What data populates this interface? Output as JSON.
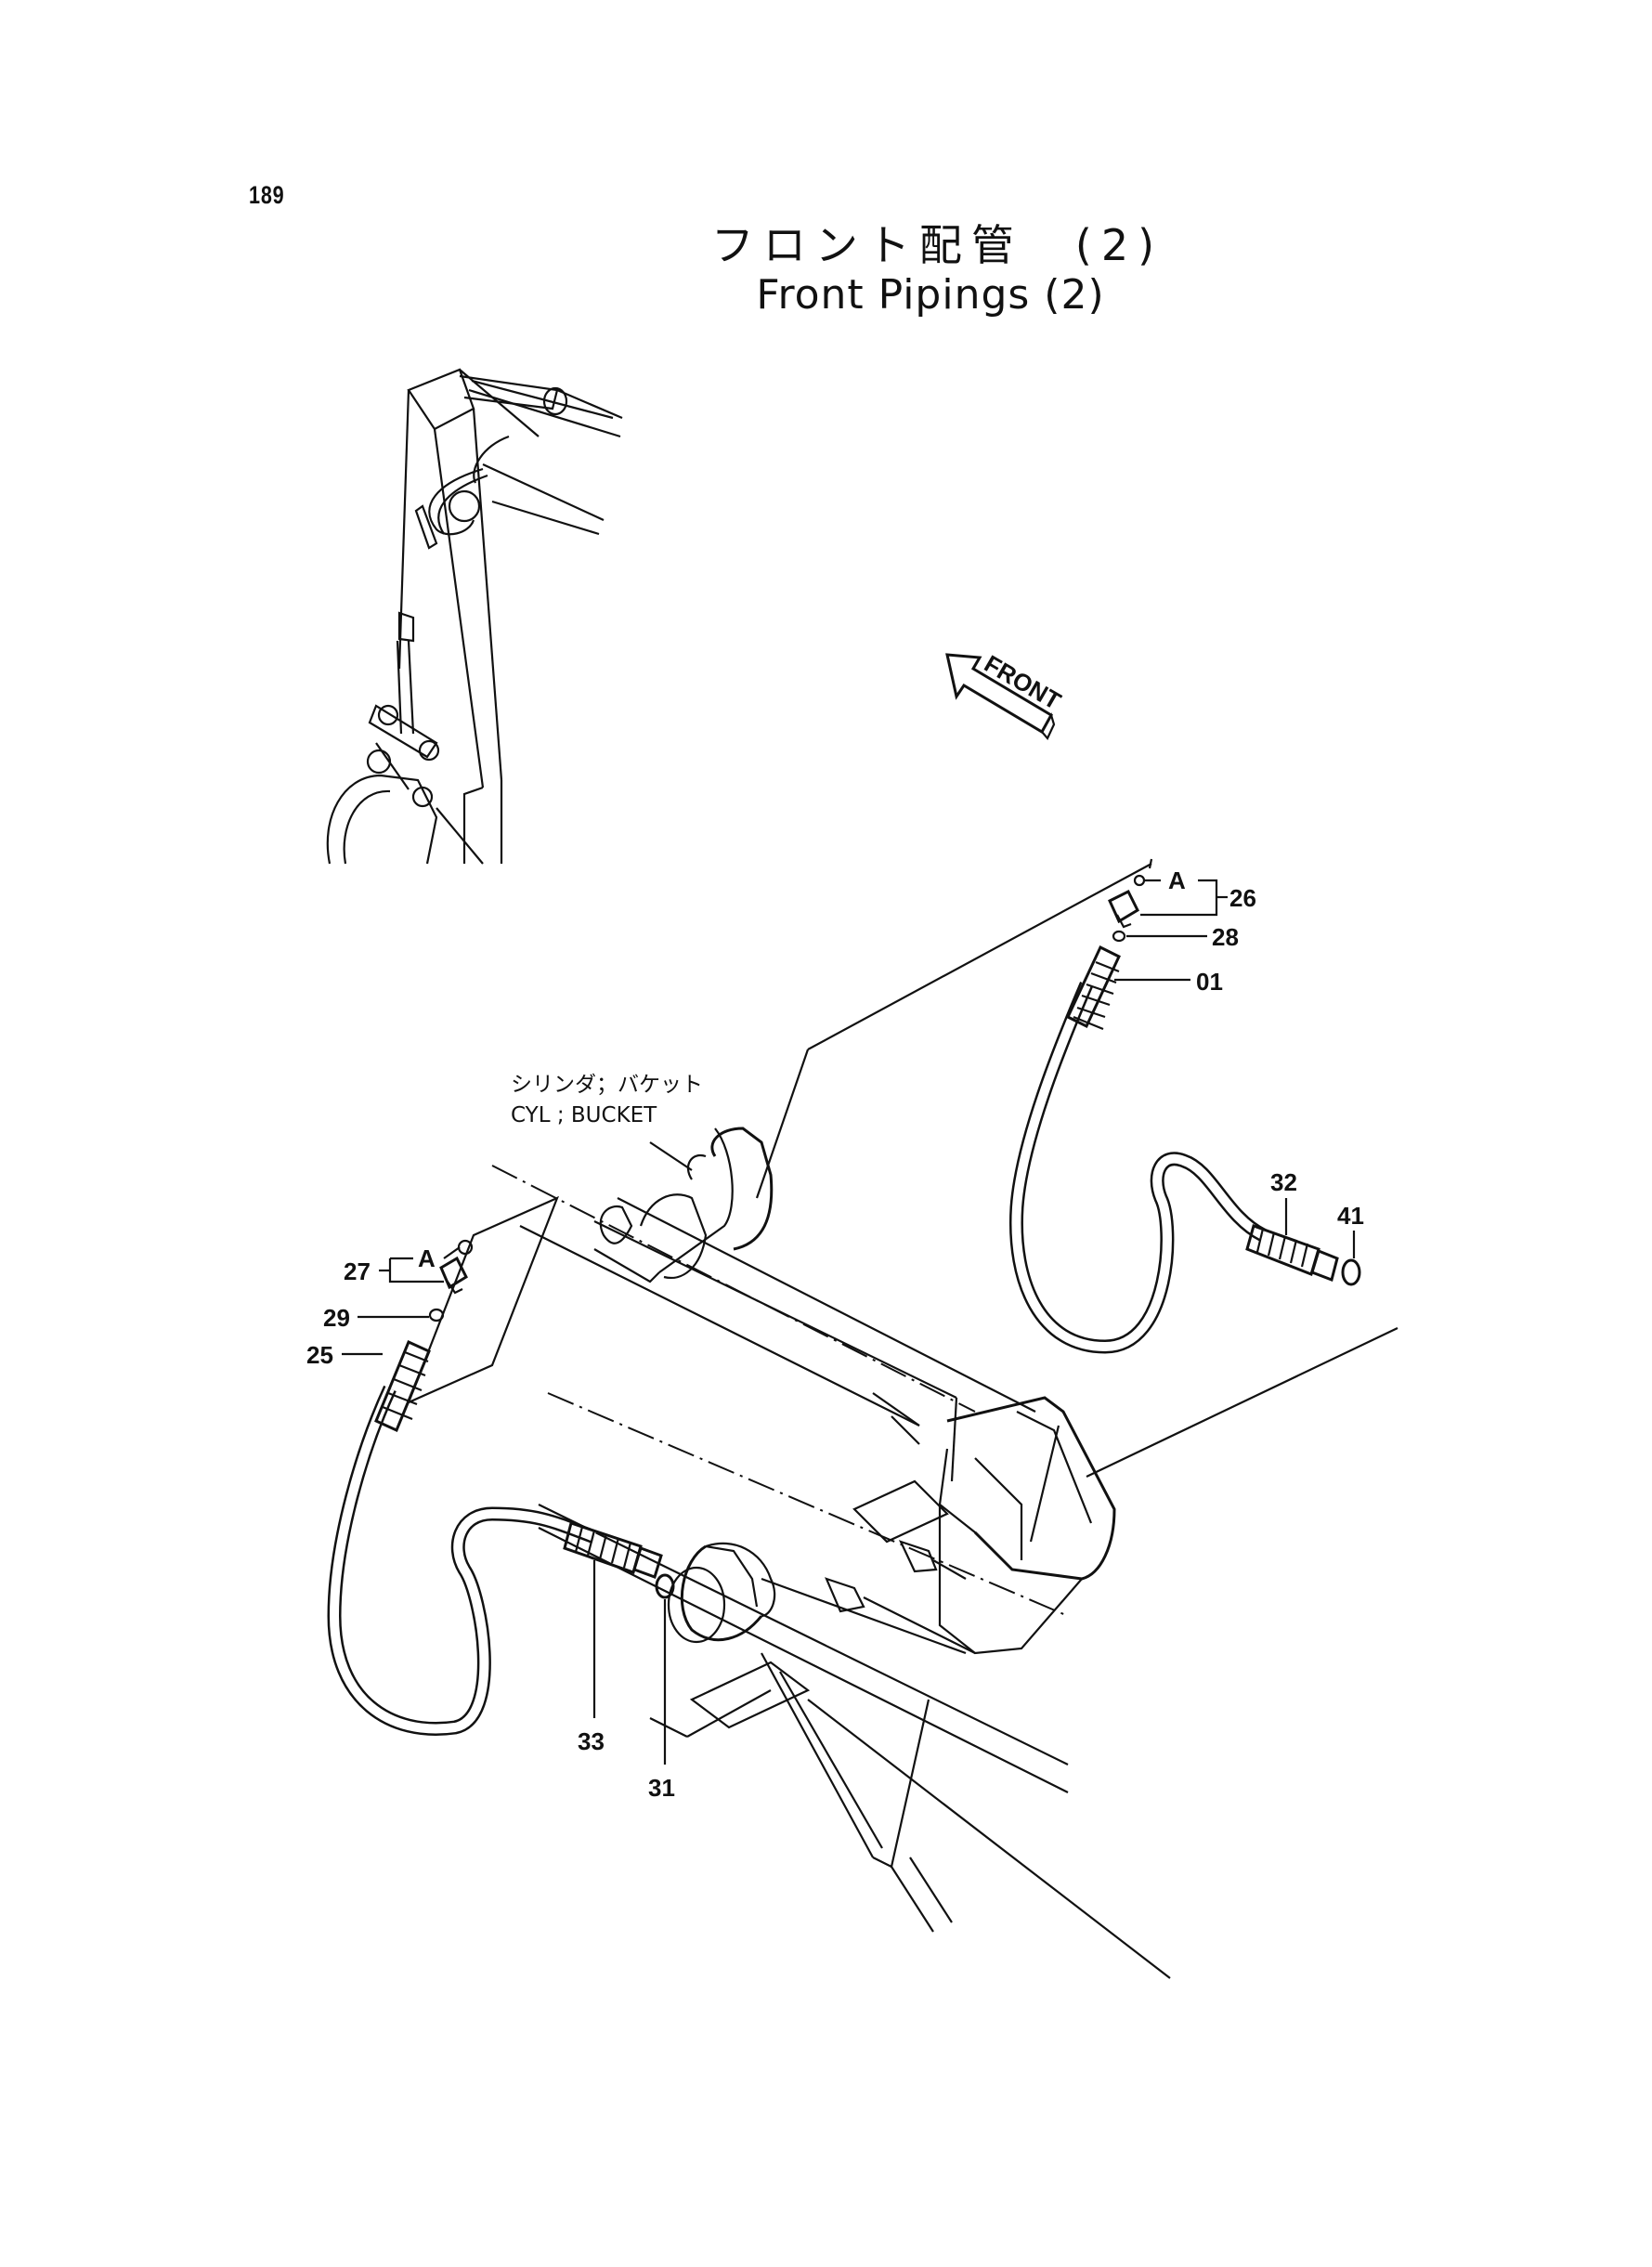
{
  "page": {
    "number": "189"
  },
  "title": {
    "japanese": "フロント配管　(2)",
    "english": "Front Pipings (2)"
  },
  "front_arrow": {
    "label": "FRONT"
  },
  "component_label": {
    "japanese": "シリンダ；バケット",
    "english": "CYL ; BUCKET"
  },
  "callouts": {
    "c26": "26",
    "c28": "28",
    "c01": "01",
    "c32": "32",
    "c41": "41",
    "c27": "27",
    "c29": "29",
    "c25": "25",
    "c33": "33",
    "c31": "31",
    "a_right": "A",
    "a_left": "A"
  }
}
